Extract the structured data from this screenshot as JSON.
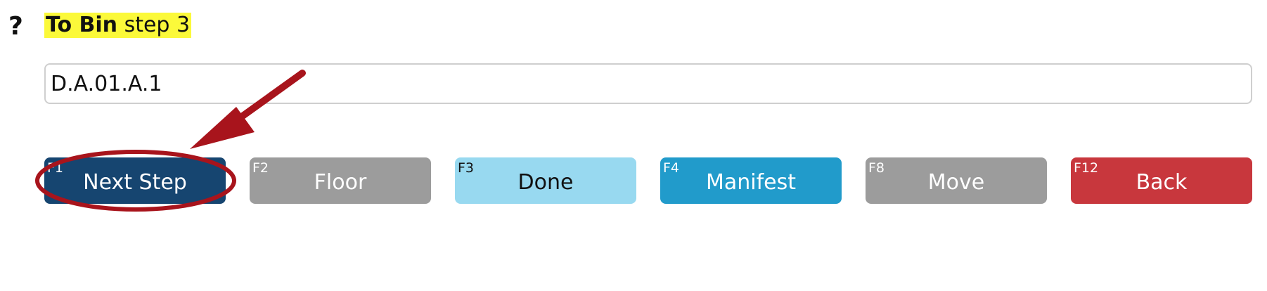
{
  "header": {
    "help_icon": "?",
    "title_bold": "To Bin",
    "title_rest": " step 3"
  },
  "bin_input": {
    "value": "D.A.01.A.1"
  },
  "buttons": [
    {
      "fkey": "F1",
      "label": "Next Step",
      "color": "#164570"
    },
    {
      "fkey": "F2",
      "label": "Floor",
      "color": "#9c9c9c"
    },
    {
      "fkey": "F3",
      "label": "Done",
      "color": "#98d9f0"
    },
    {
      "fkey": "F4",
      "label": "Manifest",
      "color": "#219bcb"
    },
    {
      "fkey": "F8",
      "label": "Move",
      "color": "#9c9c9c"
    },
    {
      "fkey": "F12",
      "label": "Back",
      "color": "#c8373d"
    }
  ],
  "annotation_color": "#a8141c"
}
